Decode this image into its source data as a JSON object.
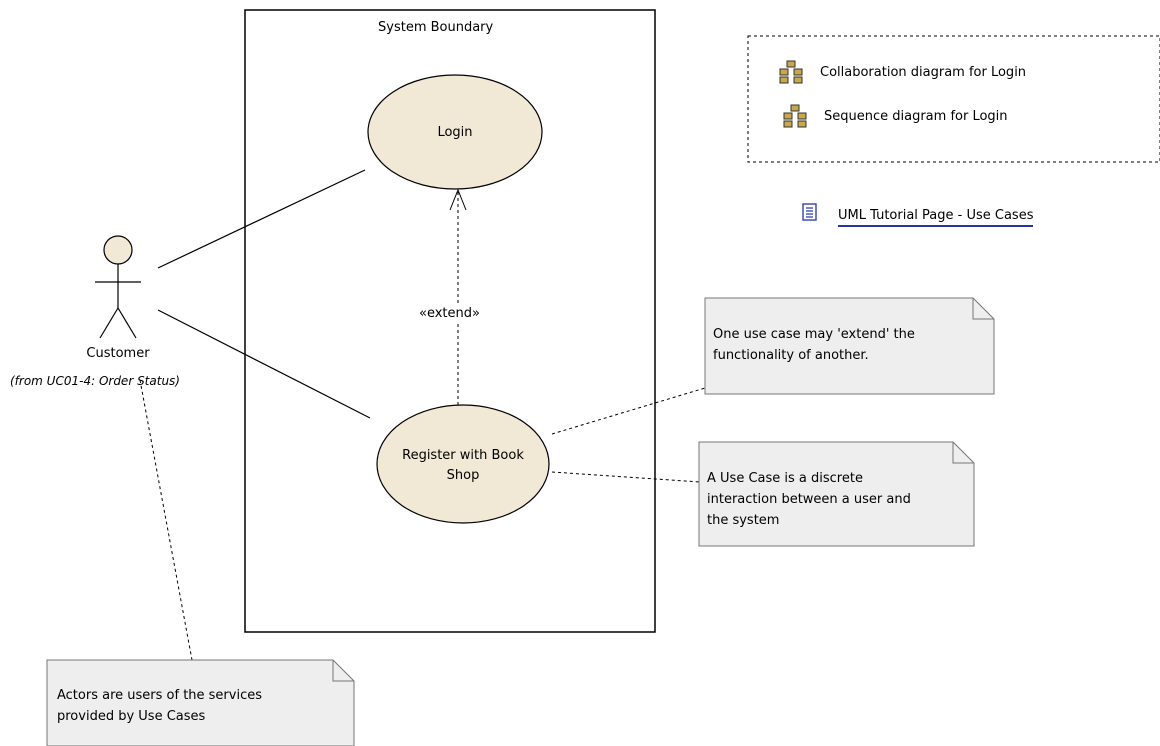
{
  "system_boundary": {
    "title": "System Boundary"
  },
  "use_cases": {
    "login": "Login",
    "register_line1": "Register with Book",
    "register_line2": "Shop"
  },
  "relationship": {
    "extend_label": "«extend»"
  },
  "actor": {
    "name": "Customer",
    "origin": "(from UC01-4: Order Status)"
  },
  "notes": {
    "extend_note": "One use case may 'extend' the\nfunctionality of another.",
    "usecase_note": "A Use Case is a discrete\ninteraction between a user and\nthe system",
    "actor_note": "Actors are users of the services\nprovided by Use Cases"
  },
  "diagram_links": {
    "collaboration": "Collaboration diagram for Login",
    "sequence": "Sequence diagram for Login"
  },
  "hyperlink": {
    "label": "UML Tutorial Page - Use Cases"
  },
  "colors": {
    "ellipse_fill": "#f1e9d6",
    "note_fill": "#eeeeee",
    "link_underline": "#2233aa"
  }
}
